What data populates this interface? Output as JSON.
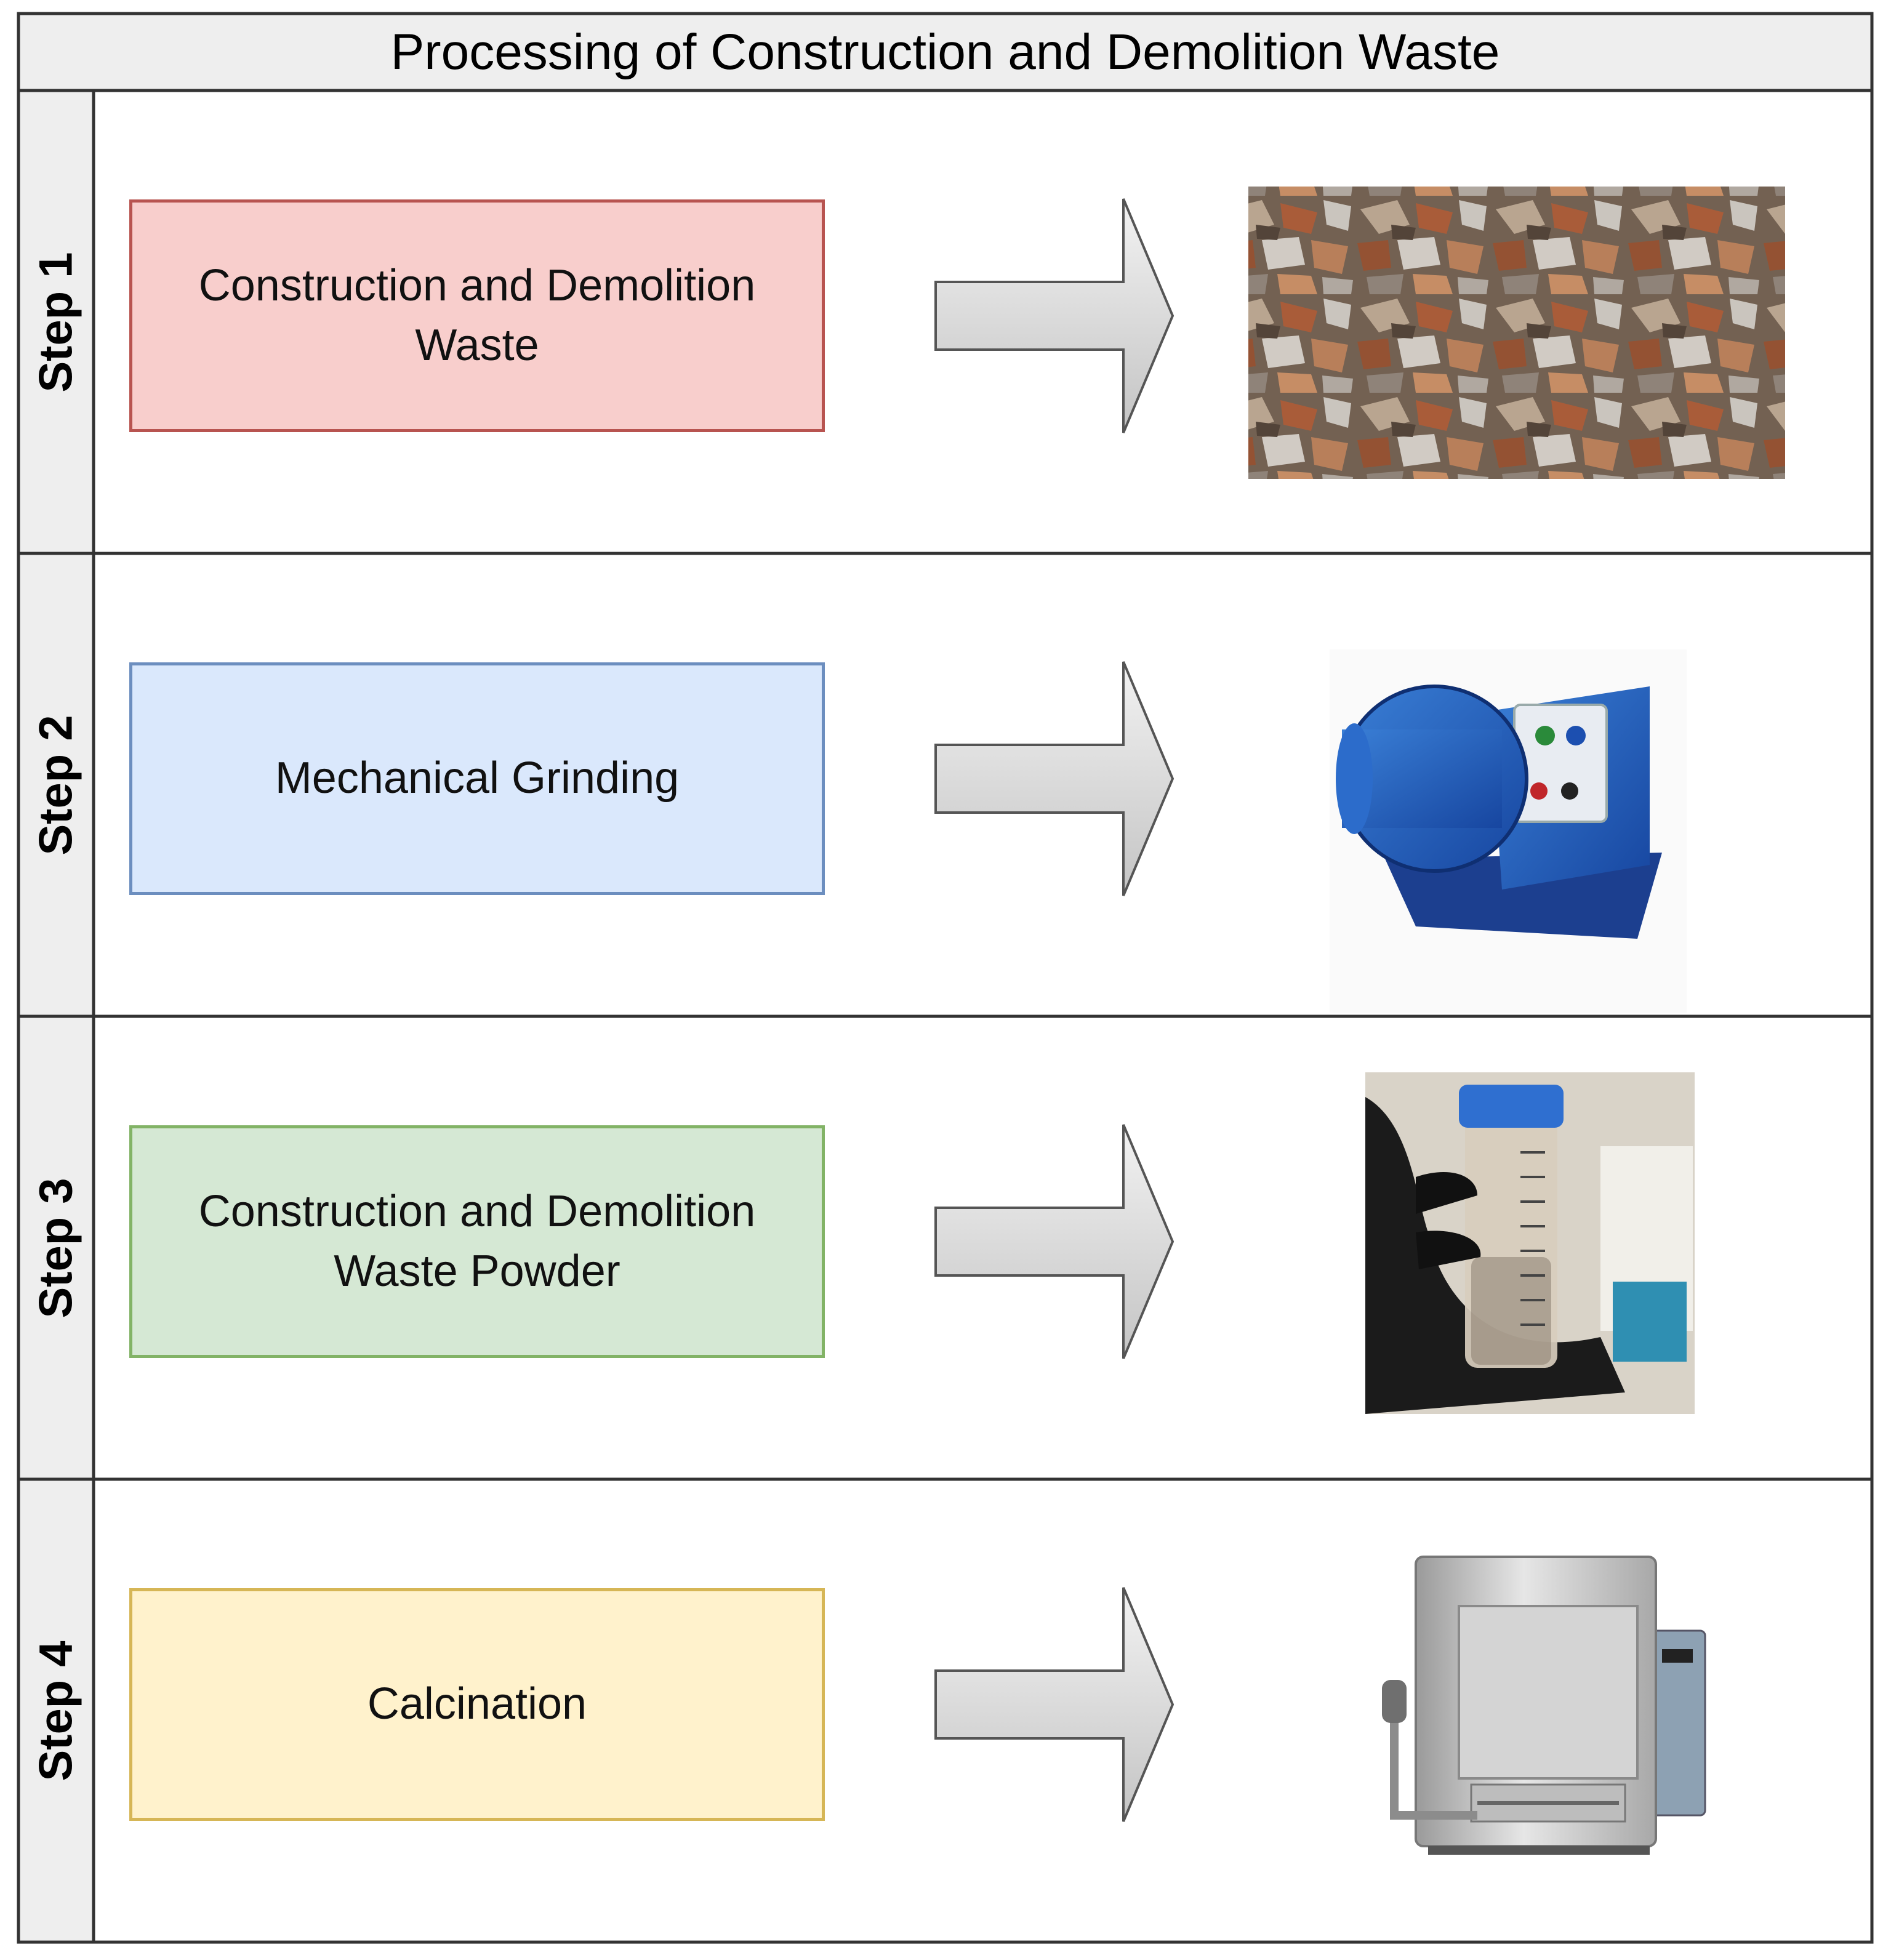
{
  "title": "Processing of Construction and Demolition Waste",
  "steps": [
    {
      "label": "Step 1",
      "text": "Construction and Demolition Waste",
      "fill": "#f8cecc",
      "stroke": "#b85450",
      "illustration": "construction-demolition-rubble-photo"
    },
    {
      "label": "Step 2",
      "text": "Mechanical Grinding",
      "fill": "#dae8fc",
      "stroke": "#6c8ebf",
      "illustration": "blue-grinding-machine-photo"
    },
    {
      "label": "Step 3",
      "text": "Construction and Demolition Waste Powder",
      "fill": "#d5e8d4",
      "stroke": "#82b366",
      "illustration": "powder-sample-tube-photo"
    },
    {
      "label": "Step 4",
      "text": "Calcination",
      "fill": "#fff2cc",
      "stroke": "#d6b656",
      "illustration": "calcination-furnace-photo"
    }
  ],
  "colors": {
    "header_fill": "#eeeeee",
    "lane_label_fill": "#eeeeee",
    "border": "#333333",
    "arrow_fill": "#d9d9d9",
    "arrow_stroke": "#555555"
  }
}
